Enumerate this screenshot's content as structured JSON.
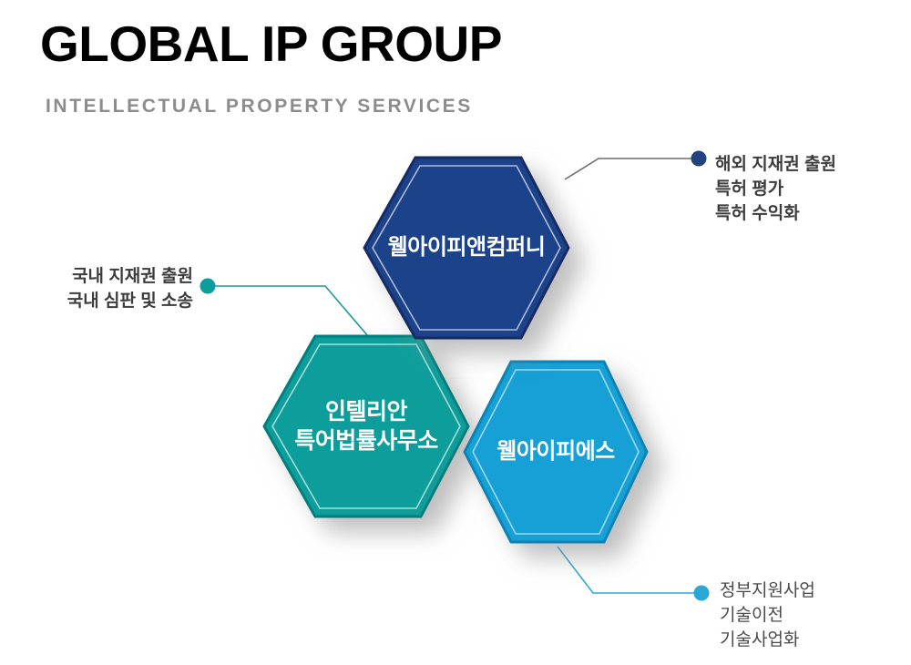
{
  "header": {
    "title": "GLOBAL IP GROUP",
    "subtitle": "INTELLECTUAL PROPERTY SERVICES"
  },
  "colors": {
    "navy": "#1E4289",
    "navy_edge": "#122C63",
    "teal": "#0D9E9B",
    "teal_edge": "#067E7C",
    "cyan": "#12A0D6",
    "cyan_edge": "#0A82B4",
    "text_dark": "#3C3C3C",
    "subtitle_gray": "#8C8C8C",
    "background": "#FFFFFF"
  },
  "nodes": [
    {
      "id": "wellip-and-company",
      "label_lines": [
        "웰아이피앤컴퍼니"
      ],
      "color": "#1E4289"
    },
    {
      "id": "intellian-patent-law-office",
      "label_lines": [
        "인텔리안",
        "특어법률사무소"
      ],
      "color": "#0D9E9B"
    },
    {
      "id": "wellips",
      "label_lines": [
        "웰아이피에스"
      ],
      "color": "#12A0D6"
    }
  ],
  "callouts": [
    {
      "id": "overseas-services",
      "position": "top-right",
      "dot_color": "#23427E",
      "lines": [
        "해외 지재권 출원",
        "특허 평가",
        "특허 수익화"
      ]
    },
    {
      "id": "domestic-services",
      "position": "left",
      "dot_color": "#0D9E9B",
      "lines": [
        "국내 지재권 출원",
        "국내 심판 및 소송"
      ]
    },
    {
      "id": "government-tech-services",
      "position": "bottom-right",
      "dot_color": "#29A8D8",
      "lines": [
        "정부지원사업",
        "기술이전",
        "기술사업화"
      ]
    }
  ]
}
